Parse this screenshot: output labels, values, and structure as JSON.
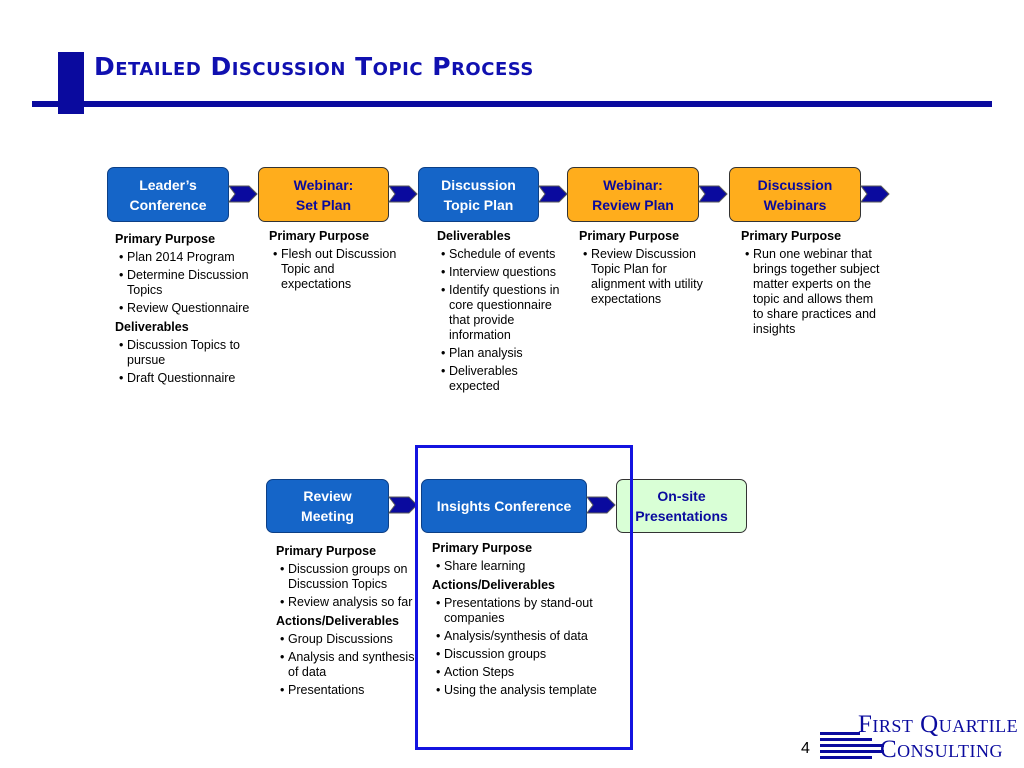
{
  "title": "Detailed Discussion Topic Process",
  "colors": {
    "title": "#1010b0",
    "blue_box": "#1565c8",
    "orange_box": "#ffad1c",
    "green_box": "#d9ffd6",
    "highlight": "#1414e0",
    "arrow": "#0a0a9e"
  },
  "row1": {
    "steps": [
      {
        "lines": [
          "Leader’s",
          "Conference"
        ],
        "sections": [
          {
            "heading": "Primary Purpose",
            "bullets": [
              "Plan 2014 Program",
              "Determine Discussion Topics",
              "Review Questionnaire"
            ]
          },
          {
            "heading": "Deliverables",
            "bullets": [
              "Discussion Topics to pursue",
              "Draft Questionnaire"
            ]
          }
        ]
      },
      {
        "lines": [
          "Webinar:",
          "Set Plan"
        ],
        "sections": [
          {
            "heading": "Primary Purpose",
            "bullets": [
              "Flesh out Discussion Topic and expectations"
            ]
          }
        ]
      },
      {
        "lines": [
          "Discussion",
          "Topic Plan"
        ],
        "sections": [
          {
            "heading": "Deliverables",
            "bullets": [
              "Schedule of events",
              "Interview questions",
              "Identify questions in core questionnaire that provide information",
              "Plan analysis",
              "Deliverables expected"
            ]
          }
        ]
      },
      {
        "lines": [
          "Webinar:",
          "Review Plan"
        ],
        "sections": [
          {
            "heading": "Primary Purpose",
            "bullets": [
              "Review Discussion Topic Plan for alignment with utility expectations"
            ]
          }
        ]
      },
      {
        "lines": [
          "Discussion",
          "Webinars"
        ],
        "sections": [
          {
            "heading": "Primary Purpose",
            "bullets": [
              "Run one webinar that brings together subject matter experts on the topic and allows them to share practices and insights"
            ]
          }
        ]
      }
    ]
  },
  "row2": {
    "steps": [
      {
        "lines": [
          "Review",
          "Meeting"
        ],
        "sections": [
          {
            "heading": "Primary Purpose",
            "bullets": [
              "Discussion groups on Discussion Topics",
              "Review analysis so far"
            ]
          },
          {
            "heading": "Actions/Deliverables",
            "bullets": [
              "Group Discussions",
              "Analysis and synthesis of data",
              "Presentations"
            ]
          }
        ]
      },
      {
        "lines": [
          "Insights Conference"
        ],
        "sections": [
          {
            "heading": "Primary Purpose",
            "bullets": [
              "Share learning"
            ]
          },
          {
            "heading": "Actions/Deliverables",
            "bullets": [
              "Presentations by stand-out companies",
              "Analysis/synthesis of data",
              "Discussion groups",
              "Action Steps",
              "Using the analysis template"
            ]
          }
        ]
      },
      {
        "lines": [
          "On-site",
          "Presentations"
        ],
        "sections": []
      }
    ]
  },
  "footer": {
    "page_number": "4",
    "logo_line1": "First Quartile",
    "logo_line2": "Consulting"
  }
}
